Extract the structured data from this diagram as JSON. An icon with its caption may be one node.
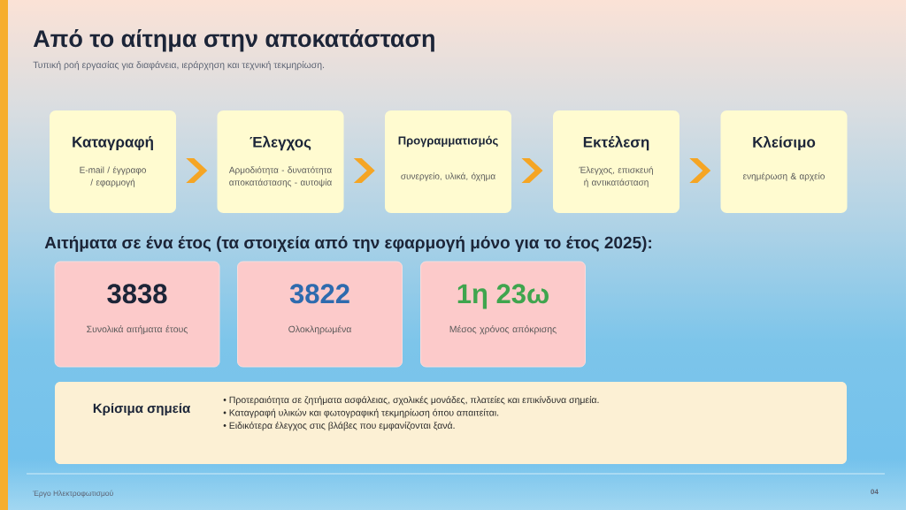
{
  "diagram": {
    "title": "Από το αίτημα στην αποκατάσταση",
    "nodes": [
      {
        "text": [
          "Καταγραφή",
          "E-mail / έγγραφο / εφαρμογή"
        ]
      },
      {
        "text": [
          "Έλεγχος",
          "Αρμοδιότητα - δυνατότητα αποκατάστασης - αυτοψία"
        ]
      },
      {
        "text": [
          "Προγραμματισμός",
          "συνεργείο, υλικά, όχημα"
        ]
      },
      {
        "text": [
          "Εκτέλεση",
          "Έλεγχος, επισκευή ή αντικατάσταση"
        ]
      },
      {
        "text": [
          "Κλείσιμο",
          "ενημέρωση & αρχείο"
        ]
      },
      {
        "text": [
          "3838",
          "Συνολικά αιτήματα έτους"
        ]
      },
      {
        "text": [
          "3822",
          "Ολοκληρωμένα"
        ]
      },
      {
        "text": [
          "1η 23ω",
          "Μέσος χρόνος απόκρισης"
        ]
      },
      {
        "text": [
          "Κρίσιμα σημεία",
          "• Προτεραιότητα σε ζητήματα ασφάλειας, σχολικές μονάδες, πλατείες και επικίνδυνα σημεία.",
          "• Καταγραφή υλικών και φωτογραφική τεκμηρίωση όπου απαιτείται.",
          "• Ειδικότερα έλεγχος στις βλάβες που εμφανίζονται ξανά."
        ]
      }
    ],
    "edges": [
      {
        "from": 0,
        "to": 1,
        "arrow": "to"
      },
      {
        "from": 1,
        "to": 2,
        "arrow": "to"
      },
      {
        "from": 2,
        "to": 3,
        "arrow": "to"
      },
      {
        "from": 3,
        "to": 4,
        "arrow": "to"
      }
    ],
    "labels": [
      "Τυπική ροή εργασίας για διαφάνεια, ιεράρχηση και τεχνική τεκμηρίωση.",
      "Αιτήματα σε ένα έτος (τα στοιχεία από την εφαρμογή μόνο για το έτος 2025):",
      "Έργο Ηλεκτροφωτισμού",
      "04"
    ]
  }
}
